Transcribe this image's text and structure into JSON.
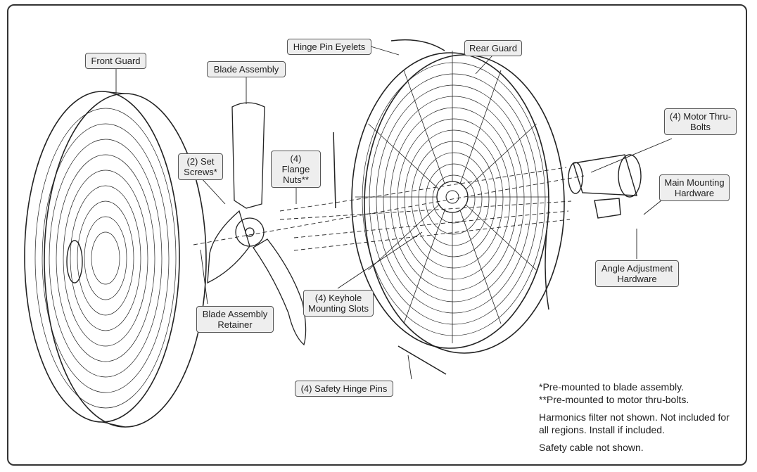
{
  "labels": {
    "front_guard": "Front Guard",
    "blade_assembly": "Blade Assembly",
    "hinge_pin_eyelets": "Hinge Pin Eyelets",
    "rear_guard": "Rear Guard",
    "motor_thru_bolts": "(4) Motor Thru-\nBolts",
    "set_screws": "(2) Set\nScrews*",
    "flange_nuts": "(4) Flange\nNuts**",
    "main_mounting_hardware": "Main Mounting\nHardware",
    "angle_adjustment_hardware": "Angle Adjustment\nHardware",
    "blade_assembly_retainer": "Blade Assembly\nRetainer",
    "keyhole_mounting_slots": "(4) Keyhole\nMounting Slots",
    "safety_hinge_pins": "(4) Safety Hinge Pins"
  },
  "notes": {
    "note1": "*Pre-mounted to blade assembly.",
    "note2": "**Pre-mounted to motor thru-bolts.",
    "note3": "Harmonics filter not shown. Not included for all regions. Install if included.",
    "note4": "Safety cable not shown."
  }
}
